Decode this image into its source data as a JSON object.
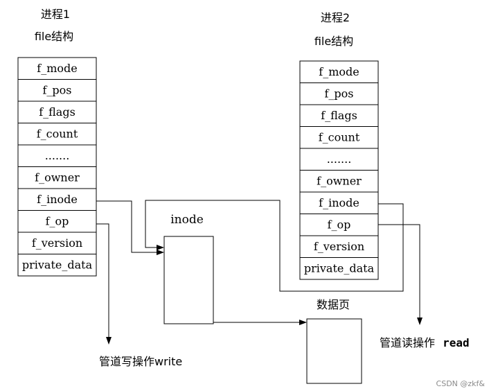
{
  "process1": {
    "title": "进程1",
    "struct_label": "file结构",
    "fields": [
      "f_mode",
      "f_pos",
      "f_flags",
      "f_count",
      ".......",
      "f_owner",
      "f_inode",
      "f_op",
      "f_version",
      "private_data"
    ]
  },
  "process2": {
    "title": "进程2",
    "struct_label": "file结构",
    "fields": [
      "f_mode",
      "f_pos",
      "f_flags",
      "f_count",
      ".......",
      "f_owner",
      "f_inode",
      "f_op",
      "f_version",
      "private_data"
    ]
  },
  "inode": {
    "label": "inode"
  },
  "data_page": {
    "label": "数据页"
  },
  "write_op": {
    "label": "管道写操作write"
  },
  "read_op": {
    "label_cn": "管道读操作",
    "label_fn": "read"
  },
  "watermark": "CSDN @zkf&"
}
